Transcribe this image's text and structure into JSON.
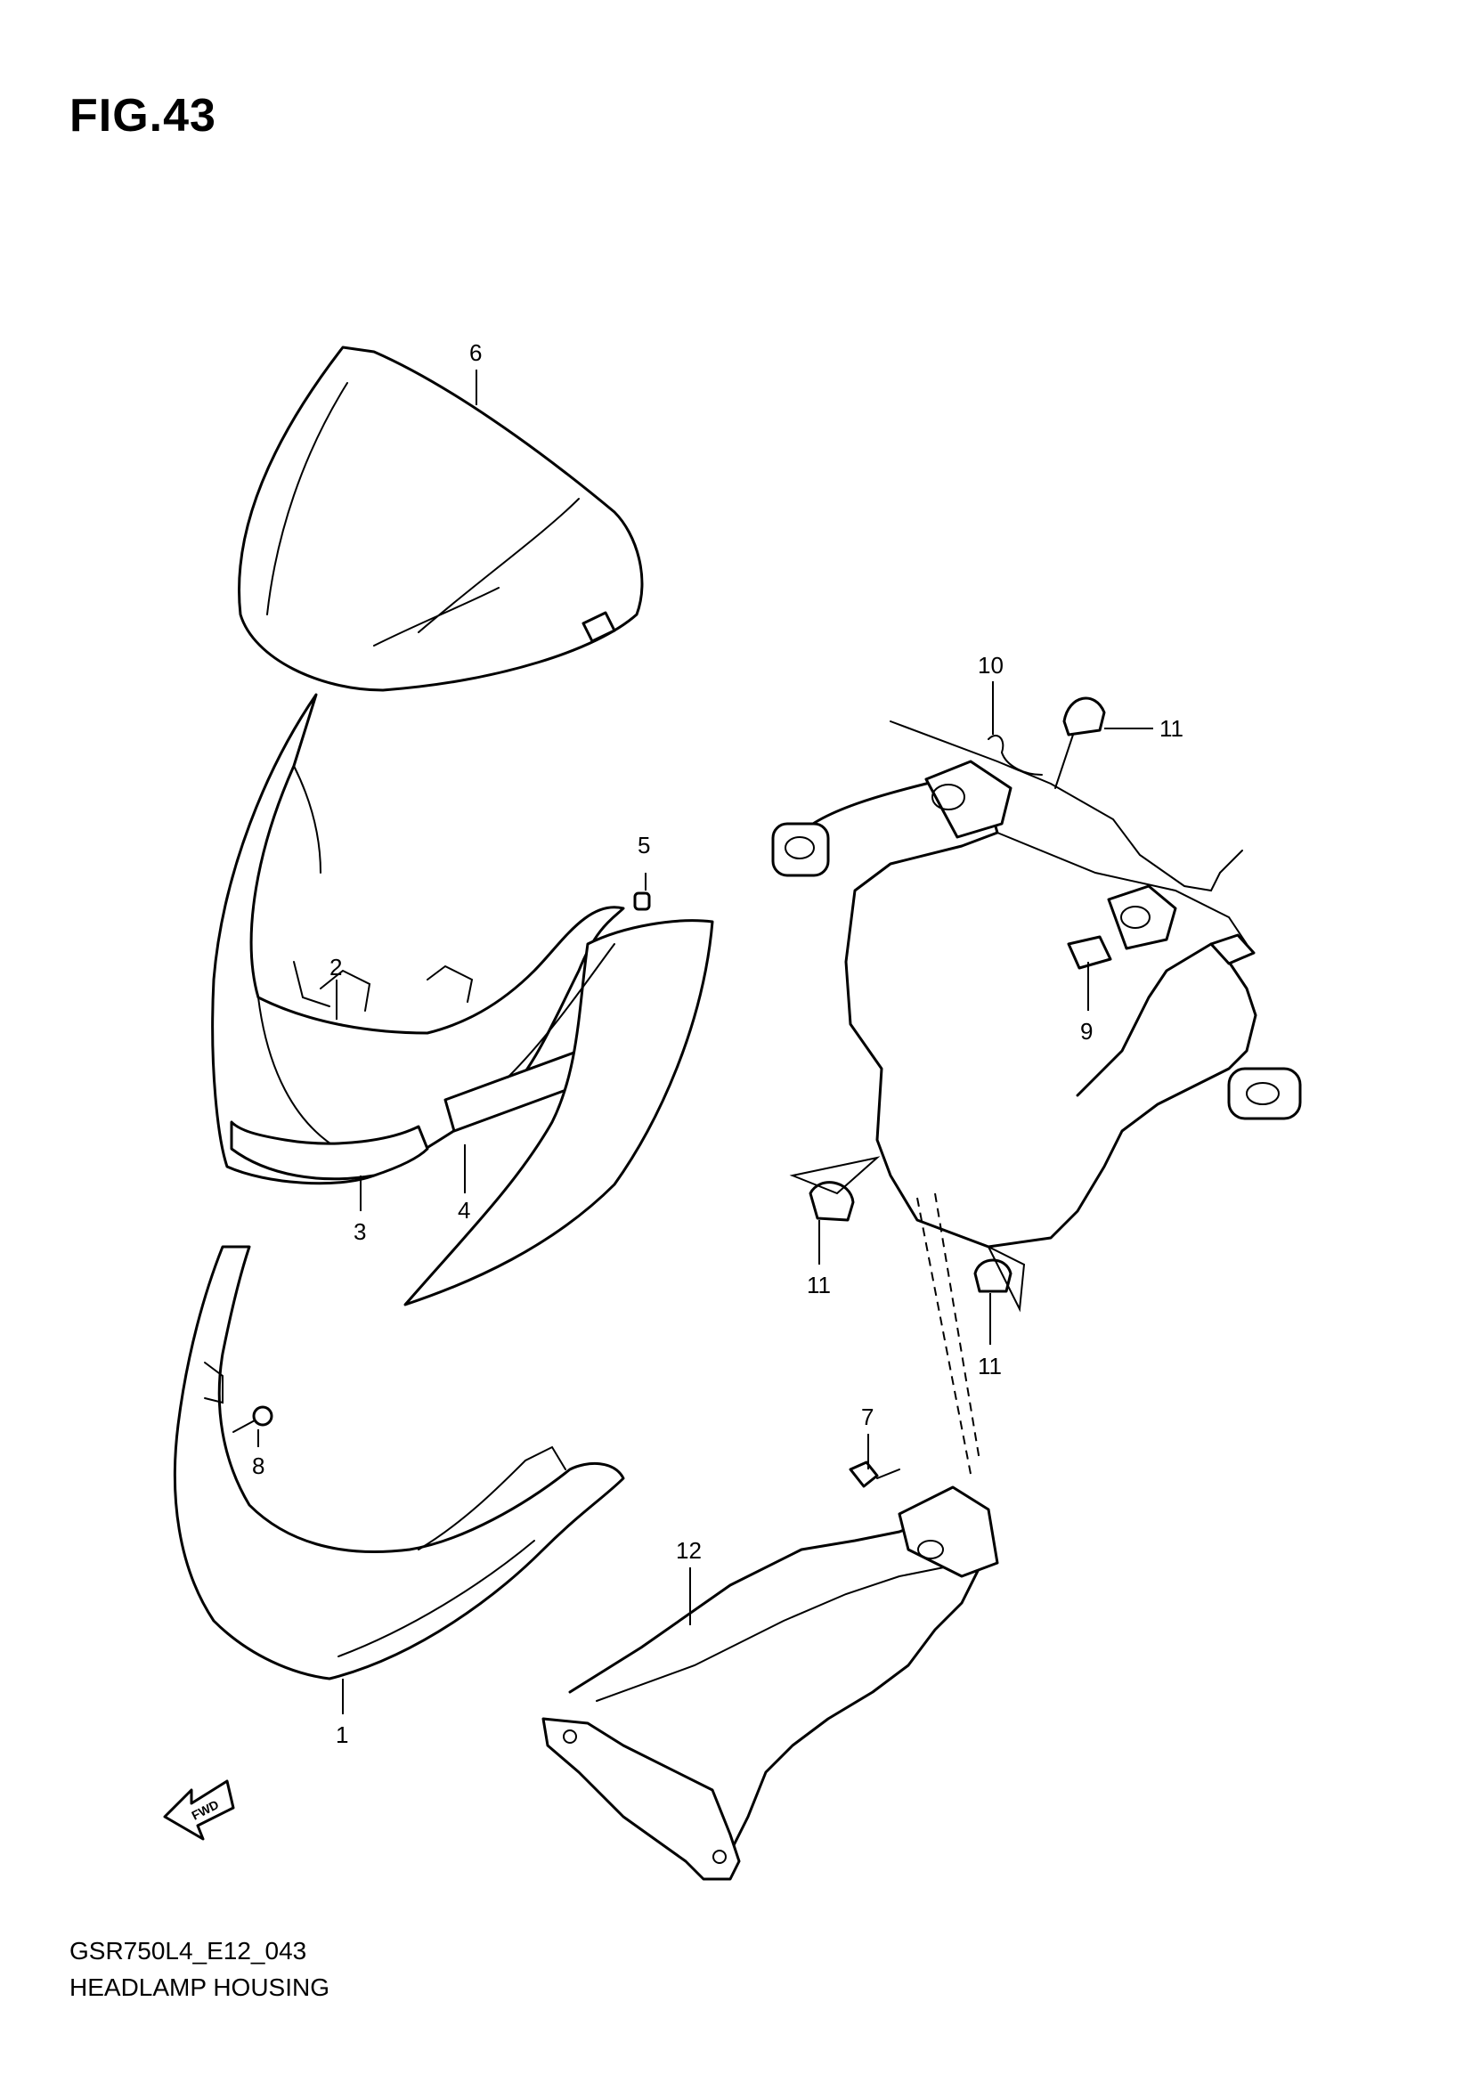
{
  "figure": {
    "title": "FIG.43",
    "model_code": "GSR750L4_E12_043",
    "caption": "HEADLAMP HOUSING",
    "fwd_label": "FWD"
  },
  "callouts": {
    "c1": "1",
    "c2": "2",
    "c3": "3",
    "c4": "4",
    "c5": "5",
    "c6": "6",
    "c7": "7",
    "c8": "8",
    "c9": "9",
    "c10": "10",
    "c11a": "11",
    "c11b": "11",
    "c11c": "11",
    "c12": "12"
  }
}
